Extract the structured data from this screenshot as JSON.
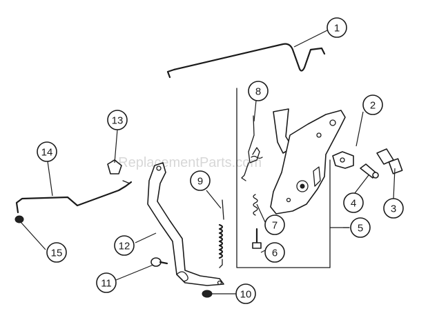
{
  "watermark": "eReplacementParts.com",
  "callouts": [
    {
      "id": "1",
      "label": "1"
    },
    {
      "id": "2",
      "label": "2"
    },
    {
      "id": "3",
      "label": "3"
    },
    {
      "id": "4",
      "label": "4"
    },
    {
      "id": "5",
      "label": "5"
    },
    {
      "id": "6",
      "label": "6"
    },
    {
      "id": "7",
      "label": "7"
    },
    {
      "id": "8",
      "label": "8"
    },
    {
      "id": "9",
      "label": "9"
    },
    {
      "id": "10",
      "label": "10"
    },
    {
      "id": "11",
      "label": "11"
    },
    {
      "id": "12",
      "label": "12"
    },
    {
      "id": "13",
      "label": "13"
    },
    {
      "id": "14",
      "label": "14"
    },
    {
      "id": "15",
      "label": "15"
    }
  ]
}
